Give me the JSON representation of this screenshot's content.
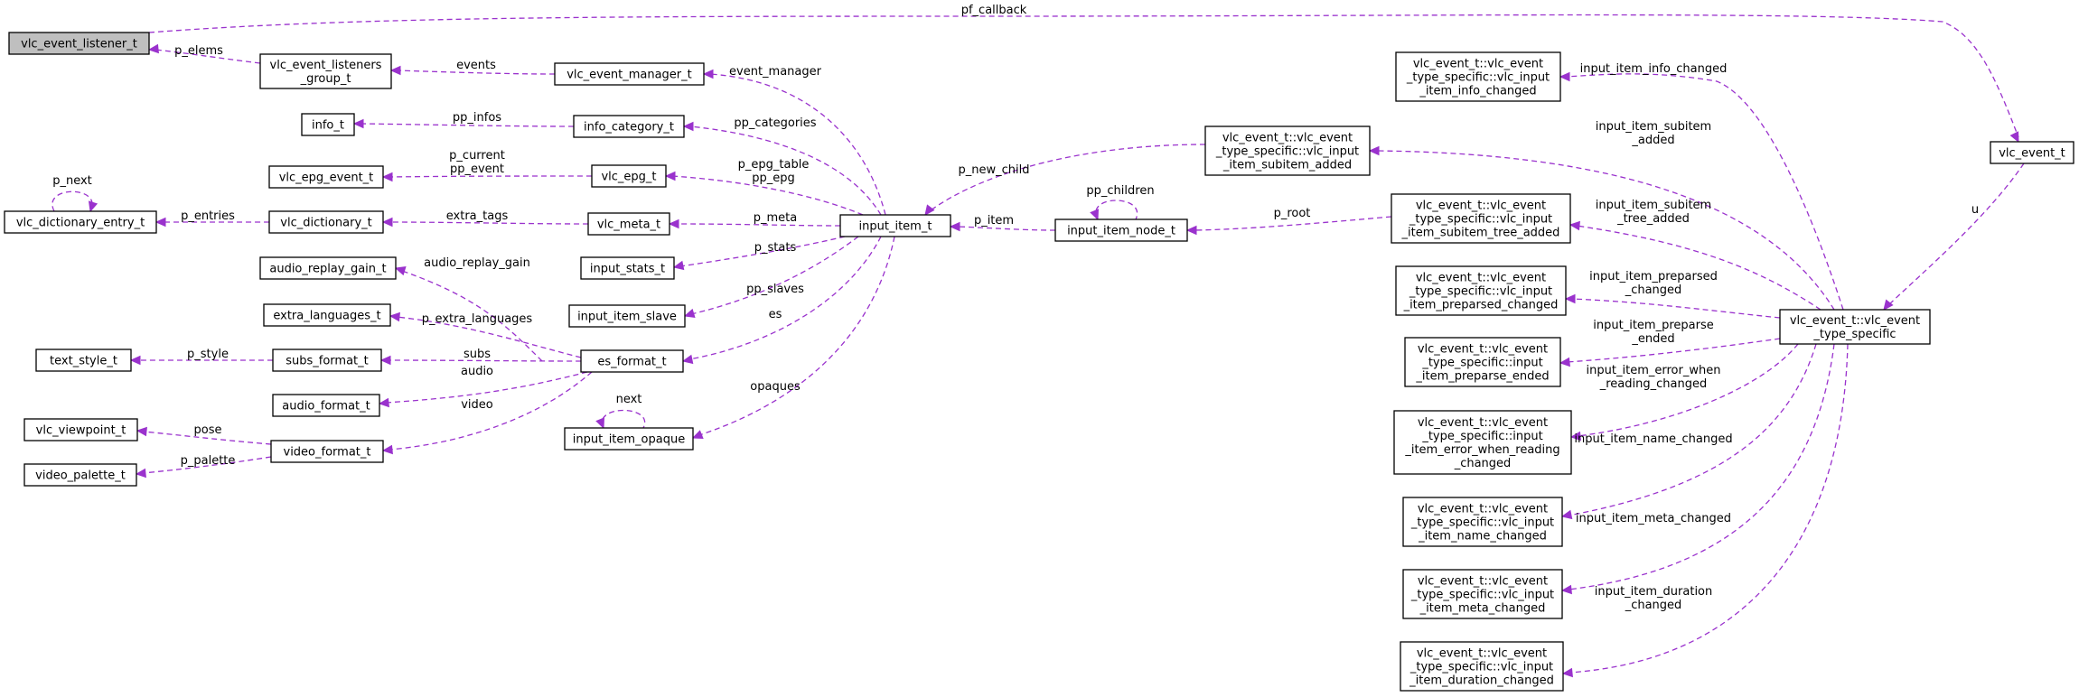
{
  "nodes": {
    "vlc_event_listener_t": [
      "vlc_event_listener_t"
    ],
    "vlc_event_listeners_group_t": [
      "vlc_event_listeners",
      "_group_t"
    ],
    "vlc_event_manager_t": [
      "vlc_event_manager_t"
    ],
    "info_t": [
      "info_t"
    ],
    "info_category_t": [
      "info_category_t"
    ],
    "vlc_epg_event_t": [
      "vlc_epg_event_t"
    ],
    "vlc_epg_t": [
      "vlc_epg_t"
    ],
    "vlc_dictionary_entry_t": [
      "vlc_dictionary_entry_t"
    ],
    "vlc_dictionary_t": [
      "vlc_dictionary_t"
    ],
    "vlc_meta_t": [
      "vlc_meta_t"
    ],
    "input_item_t": [
      "input_item_t"
    ],
    "input_stats_t": [
      "input_stats_t"
    ],
    "audio_replay_gain_t": [
      "audio_replay_gain_t"
    ],
    "input_item_slave": [
      "input_item_slave"
    ],
    "extra_languages_t": [
      "extra_languages_t"
    ],
    "text_style_t": [
      "text_style_t"
    ],
    "subs_format_t": [
      "subs_format_t"
    ],
    "es_format_t": [
      "es_format_t"
    ],
    "audio_format_t": [
      "audio_format_t"
    ],
    "vlc_viewpoint_t": [
      "vlc_viewpoint_t"
    ],
    "video_format_t": [
      "video_format_t"
    ],
    "video_palette_t": [
      "video_palette_t"
    ],
    "input_item_opaque": [
      "input_item_opaque"
    ],
    "input_item_node_t": [
      "input_item_node_t"
    ],
    "subitem_added": [
      "vlc_event_t::vlc_event",
      "_type_specific::vlc_input",
      "_item_subitem_added"
    ],
    "info_changed": [
      "vlc_event_t::vlc_event",
      "_type_specific::vlc_input",
      "_item_info_changed"
    ],
    "subitem_tree_added": [
      "vlc_event_t::vlc_event",
      "_type_specific::vlc_input",
      "_item_subitem_tree_added"
    ],
    "preparsed_changed": [
      "vlc_event_t::vlc_event",
      "_type_specific::vlc_input",
      "_item_preparsed_changed"
    ],
    "preparse_ended": [
      "vlc_event_t::vlc_event",
      "_type_specific::input",
      "_item_preparse_ended"
    ],
    "error_when_reading_changed": [
      "vlc_event_t::vlc_event",
      "_type_specific::input",
      "_item_error_when_reading",
      "_changed"
    ],
    "name_changed": [
      "vlc_event_t::vlc_event",
      "_type_specific::vlc_input",
      "_item_name_changed"
    ],
    "meta_changed": [
      "vlc_event_t::vlc_event",
      "_type_specific::vlc_input",
      "_item_meta_changed"
    ],
    "duration_changed": [
      "vlc_event_t::vlc_event",
      "_type_specific::vlc_input",
      "_item_duration_changed"
    ],
    "vlc_event_t": [
      "vlc_event_t"
    ],
    "vlc_event_type_specific": [
      "vlc_event_t::vlc_event",
      "_type_specific"
    ]
  },
  "edges": {
    "pf_callback": [
      "pf_callback"
    ],
    "p_elems": [
      "p_elems"
    ],
    "events": [
      "events"
    ],
    "event_manager": [
      "event_manager"
    ],
    "pp_infos": [
      "pp_infos"
    ],
    "pp_categories": [
      "pp_categories"
    ],
    "p_current_pp_event": [
      "p_current",
      "pp_event"
    ],
    "p_epg_table_pp_epg": [
      "p_epg_table",
      "pp_epg"
    ],
    "p_next": [
      "p_next"
    ],
    "p_entries": [
      "p_entries"
    ],
    "extra_tags": [
      "extra_tags"
    ],
    "p_meta": [
      "p_meta"
    ],
    "p_stats": [
      "p_stats"
    ],
    "pp_slaves": [
      "pp_slaves"
    ],
    "audio_replay_gain": [
      "audio_replay_gain"
    ],
    "p_extra_languages": [
      "p_extra_languages"
    ],
    "es": [
      "es"
    ],
    "p_style": [
      "p_style"
    ],
    "subs": [
      "subs"
    ],
    "audio": [
      "audio"
    ],
    "video": [
      "video"
    ],
    "pose": [
      "pose"
    ],
    "p_palette": [
      "p_palette"
    ],
    "opaques": [
      "opaques"
    ],
    "next": [
      "next"
    ],
    "p_new_child": [
      "p_new_child"
    ],
    "p_item": [
      "p_item"
    ],
    "pp_children": [
      "pp_children"
    ],
    "p_root": [
      "p_root"
    ],
    "u": [
      "u"
    ],
    "input_item_info_changed": [
      "input_item_info_changed"
    ],
    "input_item_subitem_added": [
      "input_item_subitem",
      "_added"
    ],
    "input_item_subitem_tree_added": [
      "input_item_subitem",
      "_tree_added"
    ],
    "input_item_preparsed_changed": [
      "input_item_preparsed",
      "_changed"
    ],
    "input_item_preparse_ended": [
      "input_item_preparse",
      "_ended"
    ],
    "input_item_error_when_reading_changed": [
      "input_item_error_when",
      "_reading_changed"
    ],
    "input_item_name_changed": [
      "input_item_name_changed"
    ],
    "input_item_meta_changed": [
      "input_item_meta_changed"
    ],
    "input_item_duration_changed": [
      "input_item_duration",
      "_changed"
    ]
  },
  "colors": {
    "edge": "#9a32cd",
    "node_border": "#000000",
    "root_fill": "#bfbfbf"
  }
}
